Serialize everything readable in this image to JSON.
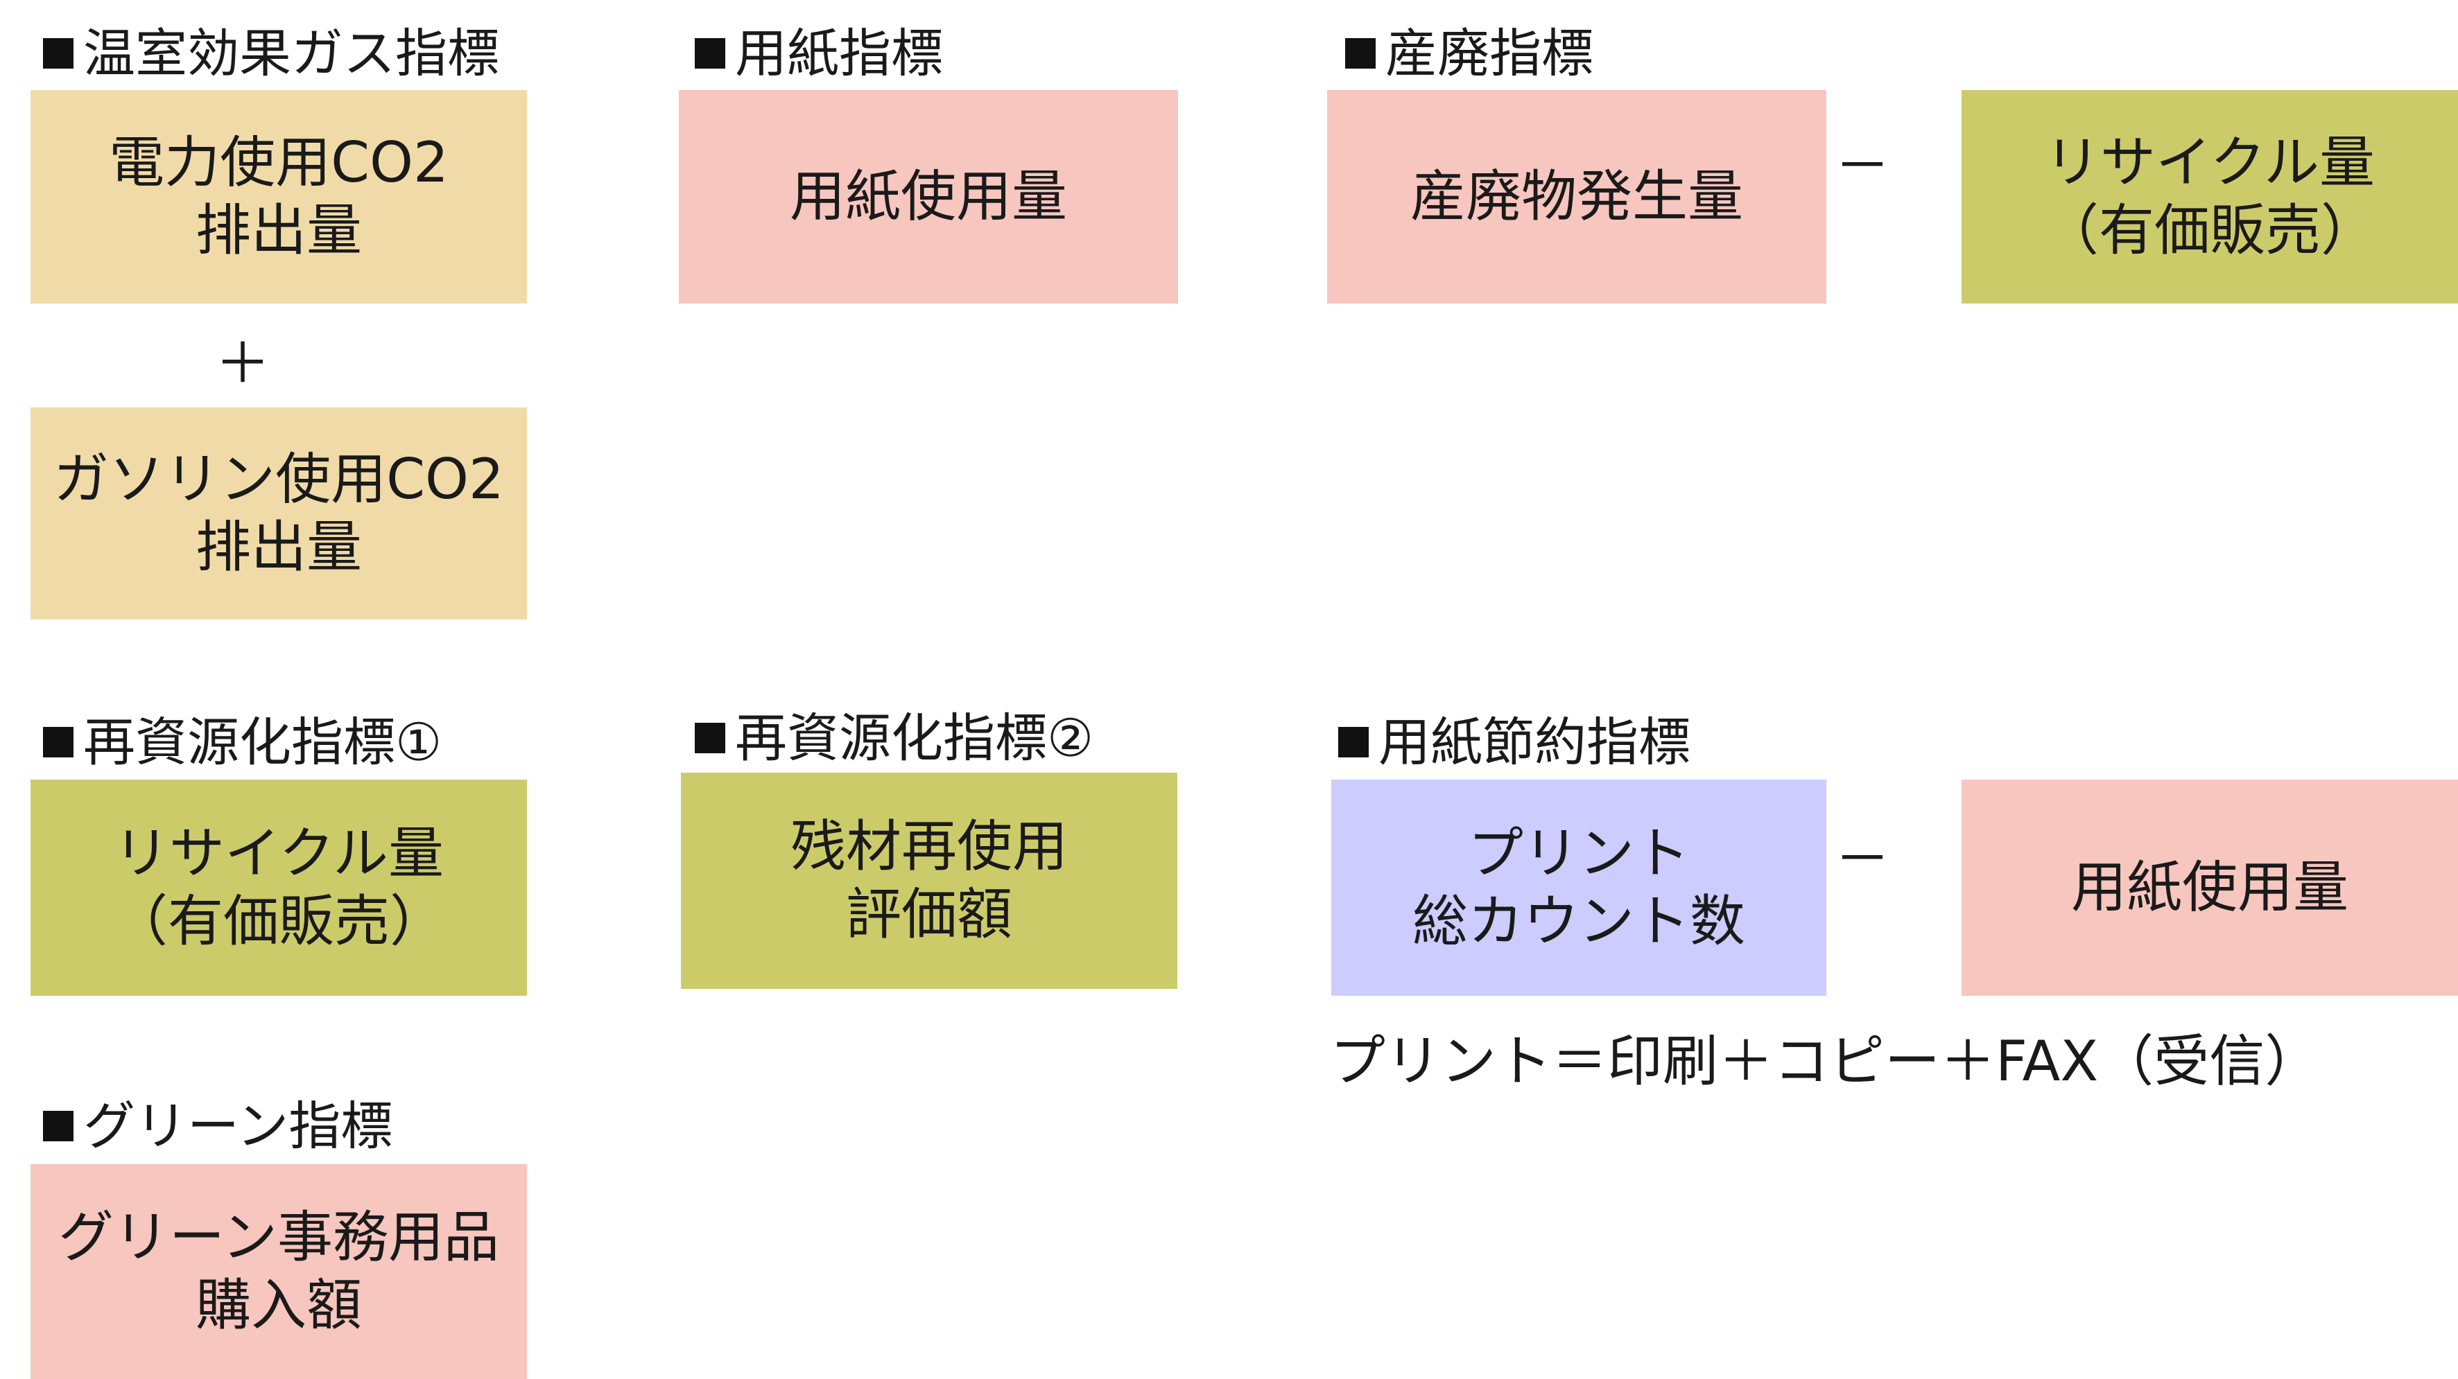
{
  "colors": {
    "tan": "#f0dba8",
    "salmon": "#f7c6be",
    "olive": "#cccb6a",
    "lavender": "#ccccff",
    "text": "#1a1a1a"
  },
  "greenhouse": {
    "heading": "温室効果ガス指標",
    "box1": {
      "line1": "電力使用CO2",
      "line2": "排出量"
    },
    "operator": "＋",
    "box2": {
      "line1": "ガソリン使用CO2",
      "line2": "排出量"
    }
  },
  "paper": {
    "heading": "用紙指標",
    "box": {
      "line1": "用紙使用量"
    }
  },
  "industrial_waste": {
    "heading": "産廃指標",
    "box1": {
      "line1": "産廃物発生量"
    },
    "operator": "－",
    "box2": {
      "line1": "リサイクル量",
      "line2": "（有価販売）"
    }
  },
  "recycling1": {
    "heading": "再資源化指標①",
    "box": {
      "line1": "リサイクル量",
      "line2": "（有価販売）"
    }
  },
  "recycling2": {
    "heading": "再資源化指標②",
    "box": {
      "line1": "残材再使用",
      "line2": "評価額"
    }
  },
  "paper_saving": {
    "heading": "用紙節約指標",
    "box1": {
      "line1": "プリント",
      "line2": "総カウント数"
    },
    "operator": "－",
    "box2": {
      "line1": "用紙使用量"
    },
    "note": "プリント＝印刷＋コピー＋FAX（受信）"
  },
  "green": {
    "heading": "グリーン指標",
    "box": {
      "line1": "グリーン事務用品",
      "line2": "購入額"
    }
  }
}
